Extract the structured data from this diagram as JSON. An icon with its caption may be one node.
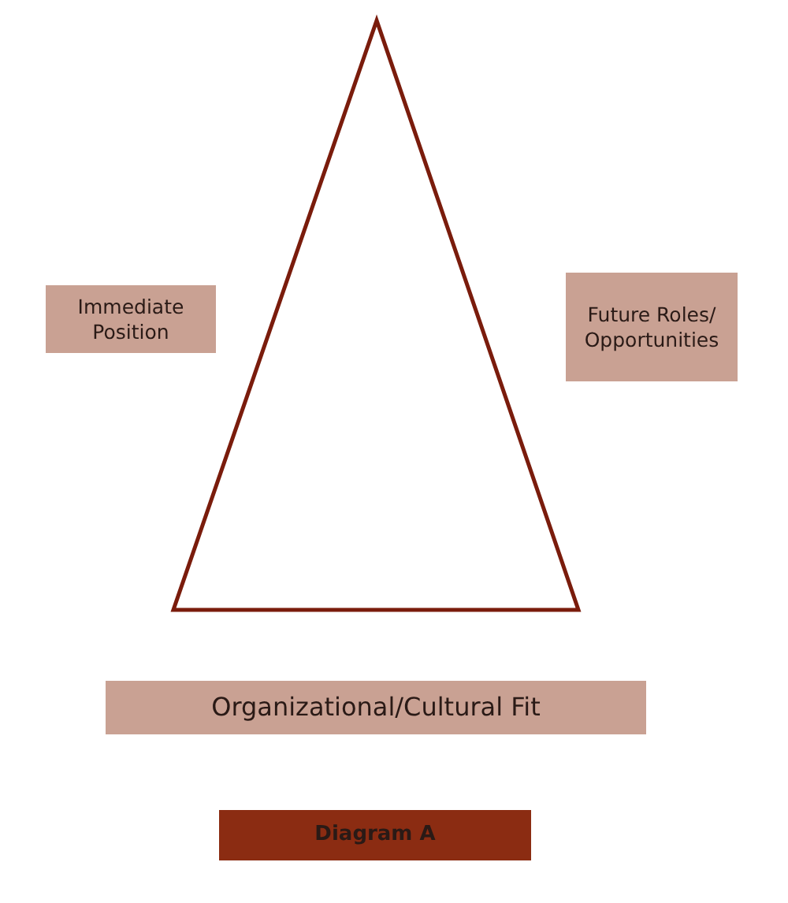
{
  "diagram": {
    "nodes": [
      {
        "text": [
          "Immediate Position"
        ]
      },
      {
        "text": [
          "Future Roles/ Opportunities"
        ]
      },
      {
        "text": [
          "Organizational/Cultural Fit"
        ]
      },
      {
        "text": [
          "Diagram A"
        ]
      }
    ]
  }
}
